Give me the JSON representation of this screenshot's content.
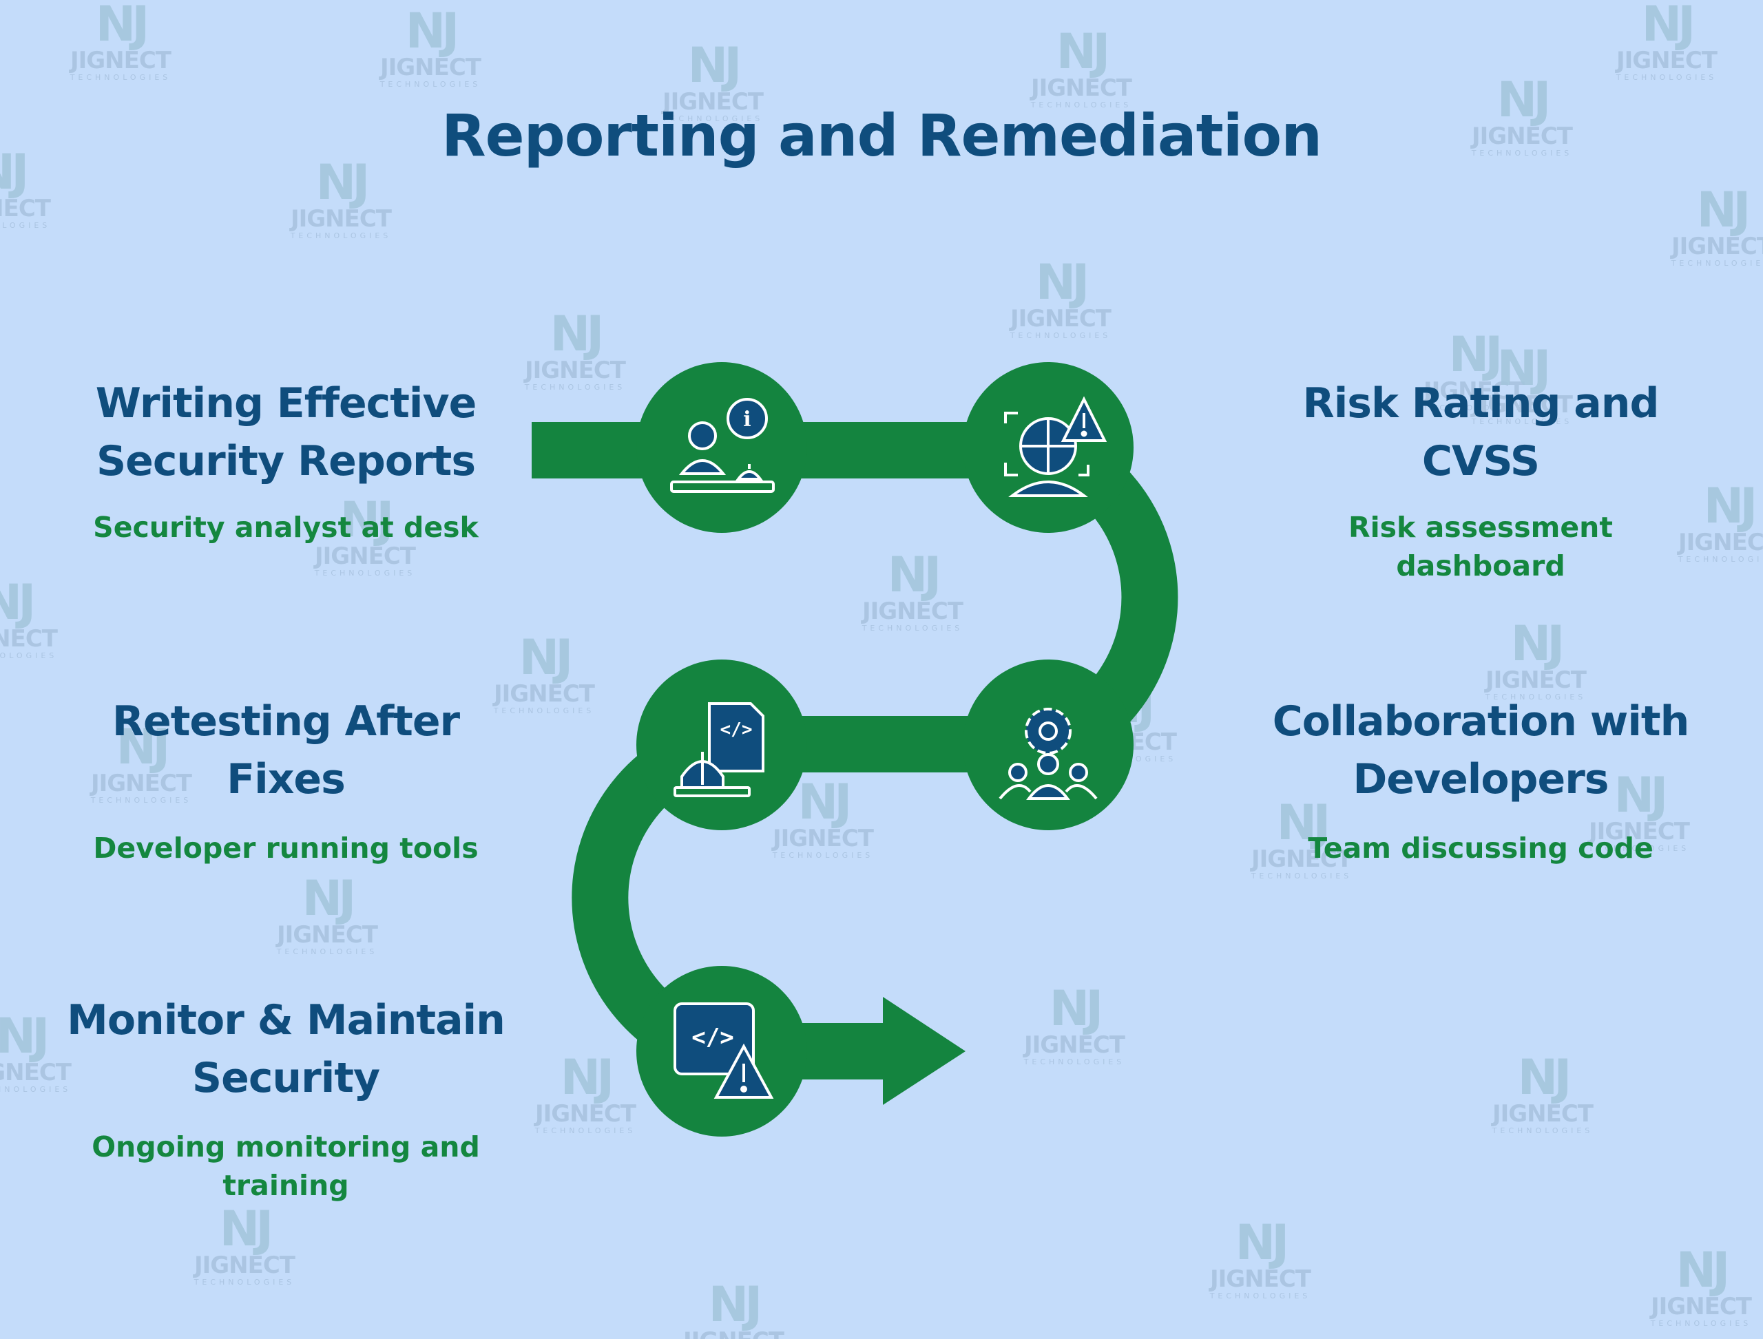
{
  "title": "Reporting and Remediation",
  "colors": {
    "background": "#c4dcfa",
    "path_green": "#14843f",
    "title_blue": "#0f4d7d",
    "desc_green": "#14873f"
  },
  "watermark": {
    "mark": "NJ",
    "name": "JIGNECT",
    "sub": "TECHNOLOGIES"
  },
  "steps": [
    {
      "title_line1": "Writing Effective",
      "title_line2": "Security Reports",
      "desc_line1": "Security analyst at desk",
      "desc_line2": "",
      "icon": "analyst-at-desk-icon"
    },
    {
      "title_line1": "Risk Rating and",
      "title_line2": "CVSS",
      "desc_line1": "Risk assessment",
      "desc_line2": "dashboard",
      "icon": "risk-chart-warning-icon"
    },
    {
      "title_line1": "Collaboration with",
      "title_line2": "Developers",
      "desc_line1": "Team discussing code",
      "desc_line2": "",
      "icon": "team-gear-icon"
    },
    {
      "title_line1": "Retesting After",
      "title_line2": "Fixes",
      "desc_line1": "Developer running tools",
      "desc_line2": "",
      "icon": "code-document-hardhat-icon"
    },
    {
      "title_line1": "Monitor & Maintain",
      "title_line2": "Security",
      "desc_line1": "Ongoing monitoring and",
      "desc_line2": "training",
      "icon": "code-window-warning-icon"
    }
  ]
}
